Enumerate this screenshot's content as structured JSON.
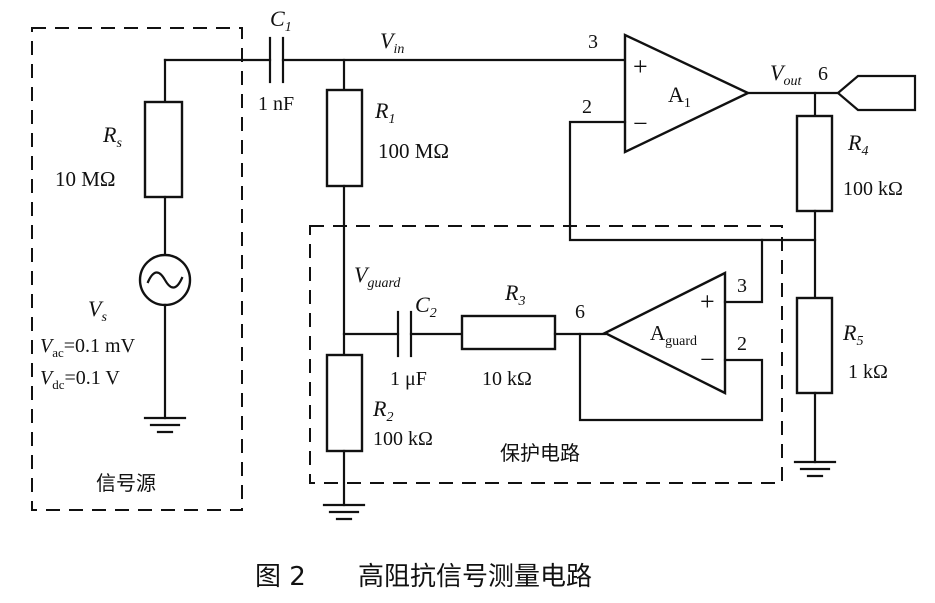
{
  "caption": {
    "figure": "图 2",
    "title": "高阻抗信号测量电路"
  },
  "groups": {
    "source": "信号源",
    "guard": "保护电路"
  },
  "source": {
    "name": "V",
    "sub": "s",
    "ac": "=0.1 mV",
    "ac_sym": "V",
    "ac_sub": "ac",
    "dc": "=0.1 V",
    "dc_sym": "V",
    "dc_sub": "dc"
  },
  "components": {
    "rs": {
      "sym": "R",
      "sub": "s",
      "value": "10 MΩ"
    },
    "c1": {
      "sym": "C",
      "sub": "1",
      "value": "1 nF"
    },
    "r1": {
      "sym": "R",
      "sub": "1",
      "value": "100 MΩ"
    },
    "r2": {
      "sym": "R",
      "sub": "2",
      "value": "100 kΩ"
    },
    "c2": {
      "sym": "C",
      "sub": "2",
      "value": "1 μF"
    },
    "r3": {
      "sym": "R",
      "sub": "3",
      "value": "10 kΩ"
    },
    "r4": {
      "sym": "R",
      "sub": "4",
      "value": "100 kΩ"
    },
    "r5": {
      "sym": "R",
      "sub": "5",
      "value": "1 kΩ"
    }
  },
  "opamps": {
    "a1": {
      "sym": "A",
      "sub": "1",
      "plus": "+",
      "minus": "−",
      "pin_in_plus": "3",
      "pin_in_minus": "2",
      "pin_out": "6"
    },
    "aguard": {
      "sym": "A",
      "sub": "guard",
      "plus": "+",
      "minus": "−",
      "pin_in_plus": "3",
      "pin_in_minus": "2",
      "pin_out": "6"
    }
  },
  "nodes": {
    "vin": {
      "sym": "V",
      "sub": "in"
    },
    "vout": {
      "sym": "V",
      "sub": "out"
    },
    "vguard": {
      "sym": "V",
      "sub": "guard"
    }
  }
}
